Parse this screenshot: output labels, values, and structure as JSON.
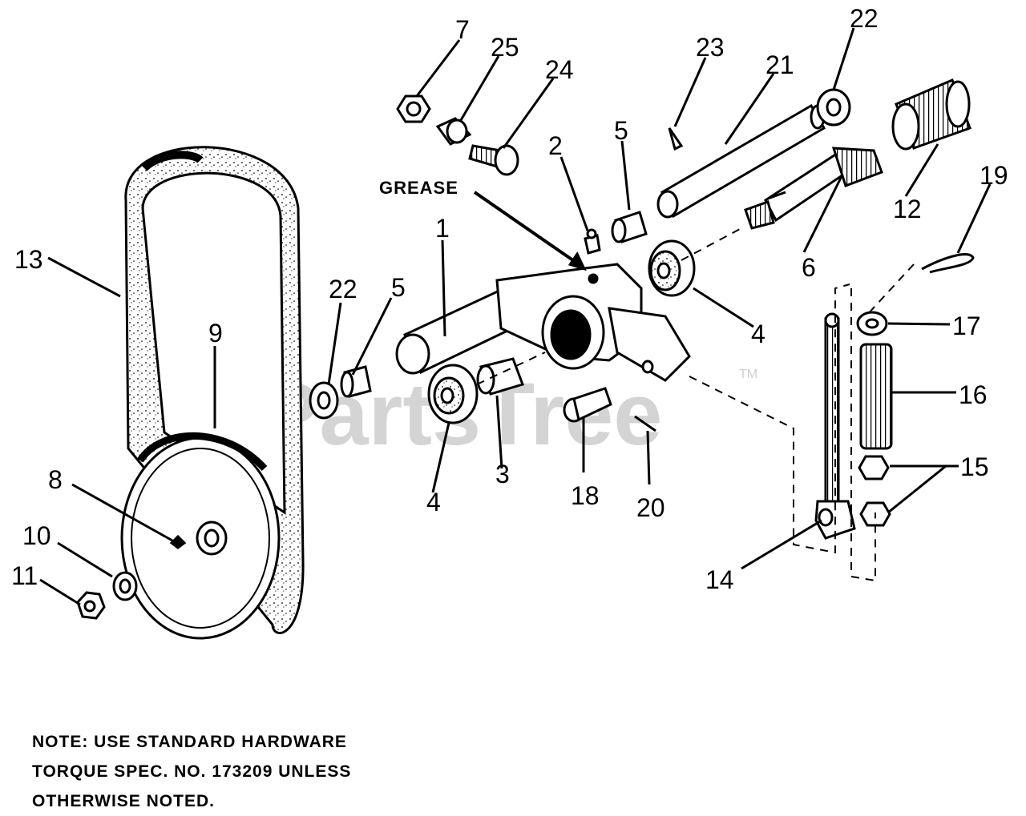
{
  "watermark": {
    "text": "PartsTree",
    "mark": "TM"
  },
  "callouts": {
    "grease": "GREASE",
    "p1": "1",
    "p2": "2",
    "p3": "3",
    "p4a": "4",
    "p4b": "4",
    "p5a": "5",
    "p5b": "5",
    "p6": "6",
    "p7": "7",
    "p8": "8",
    "p9": "9",
    "p10": "10",
    "p11": "11",
    "p12": "12",
    "p13": "13",
    "p14": "14",
    "p15": "15",
    "p16": "16",
    "p17": "17",
    "p18": "18",
    "p19": "19",
    "p20": "20",
    "p21": "21",
    "p22a": "22",
    "p22b": "22",
    "p23": "23",
    "p24": "24",
    "p25": "25"
  },
  "note": {
    "line1": "NOTE: USE STANDARD HARDWARE",
    "line2": "TORQUE SPEC. NO. 173209 UNLESS",
    "line3": "OTHERWISE NOTED."
  }
}
